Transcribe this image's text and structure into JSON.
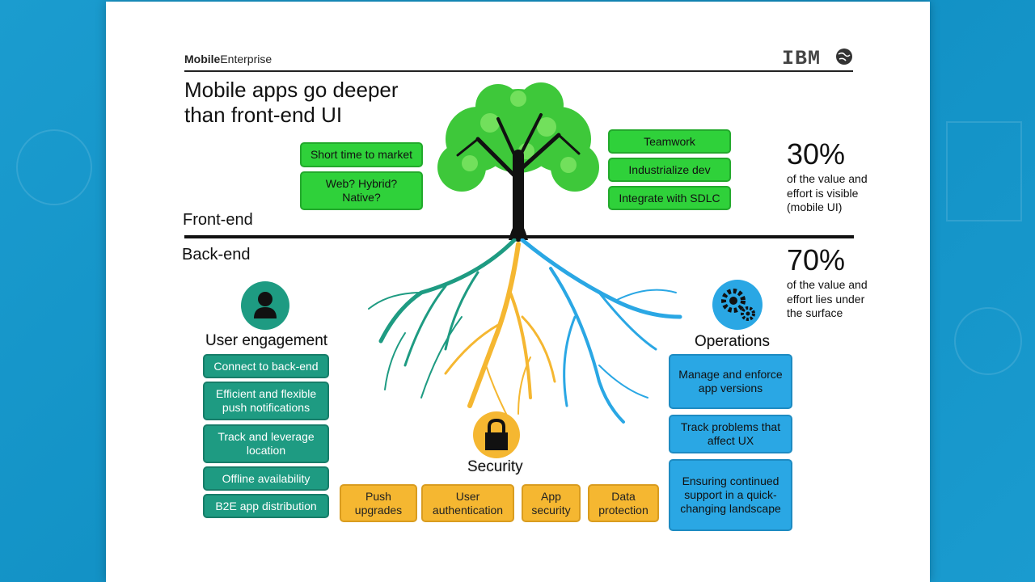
{
  "brand": {
    "bold": "Mobile",
    "regular": "Enterprise"
  },
  "logo": {
    "text": "IBM"
  },
  "title": "Mobile apps go deeper than front-end UI",
  "frontend_label": "Front-end",
  "backend_label": "Back-end",
  "front_left": [
    "Short time to market",
    "Web? Hybrid? Native?"
  ],
  "front_right": [
    "Teamwork",
    "Industrialize dev",
    "Integrate with SDLC"
  ],
  "visible": {
    "percent": "30%",
    "desc": "of the value and effort is visible (mobile UI)"
  },
  "hidden": {
    "percent": "70%",
    "desc": "of the value and effort lies under the surface"
  },
  "user_engagement": {
    "heading": "User engagement",
    "items": [
      "Connect to back-end",
      "Efficient and flexible push notifications",
      "Track and leverage location",
      "Offline availability",
      "B2E app distribution"
    ]
  },
  "security": {
    "heading": "Security",
    "items": [
      "Push upgrades",
      "User authentication",
      "App security",
      "Data protection"
    ]
  },
  "operations": {
    "heading": "Operations",
    "items": [
      "Manage and enforce app versions",
      "Track problems that affect UX",
      "Ensuring continued support in a quick-changing landscape"
    ]
  },
  "colors": {
    "green": "#2fd13a",
    "teal": "#1e9b82",
    "orange": "#f5b731",
    "blue": "#2aa7e4",
    "background": "#1b9ccf"
  },
  "icons": [
    "user-icon",
    "lock-icon",
    "gears-icon",
    "globe-icon",
    "tree-illustration"
  ]
}
